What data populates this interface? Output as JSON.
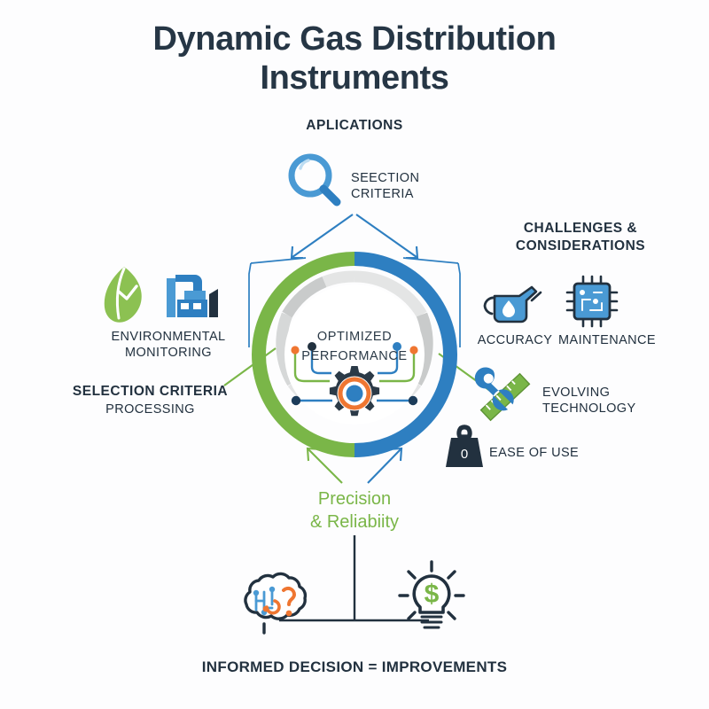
{
  "meta": {
    "background_color": "#fdfdfe",
    "colors": {
      "navy": "#22313f",
      "green": "#7ab648",
      "blue": "#2e7fc1",
      "light_blue": "#4a9ad4",
      "orange": "#ef7631",
      "gray_light": "#e9eaea",
      "gray_mid": "#c9cbcb",
      "dark": "#2b3a47"
    }
  },
  "title": {
    "line1": "Dynamic Gas Distribution",
    "line2": "Instruments"
  },
  "hub": {
    "line1": "OPTIMIZED",
    "line2": "PERFORMANCE",
    "icon": "gear-icon"
  },
  "top_section": {
    "header": "APLICATIONS",
    "node": {
      "label_line1": "SEECTION",
      "label_line2": "CRITERIA",
      "icon": "magnifier-icon"
    }
  },
  "right_section": {
    "header_line1": "CHALLENGES &",
    "header_line2": "CONSIDERATIONS",
    "items": [
      {
        "label": "ACCURACY",
        "icon": "watering-can-icon"
      },
      {
        "label": "MAINTENANCE",
        "icon": "chip-icon"
      },
      {
        "label_line1": "EVOLVING",
        "label_line2": "TECHNOLOGY",
        "icon": "wrench-ruler-icon"
      },
      {
        "label": "EASE OF USE",
        "icon": "weight-icon"
      }
    ]
  },
  "left_section": {
    "header": "SELECTION CRITERIA",
    "subheader": "PROCESSING",
    "node": {
      "label_line1": "ENVIRONMENTAL",
      "label_line2": "MONITORING",
      "icons": [
        "leaf-icon",
        "factory-icon"
      ]
    }
  },
  "bottom_section": {
    "tagline_line1": "Precision",
    "tagline_line2": "& Reliabiity",
    "icons": [
      "brain-icon",
      "lightbulb-dollar-icon"
    ],
    "caption": "INFORMED DECISION = IMPROVEMENTS"
  }
}
